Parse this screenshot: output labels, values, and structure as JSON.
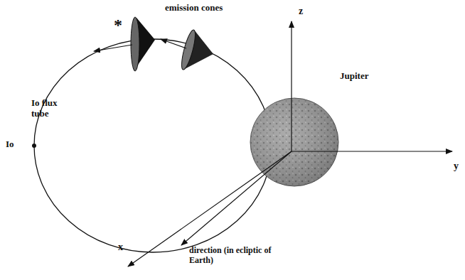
{
  "diagram": {
    "labels": [
      "emission cones",
      "*",
      "Io flux tube",
      "Io",
      "Jupiter",
      "z",
      "y",
      "x",
      "direction (in ecliptic of Earth)"
    ]
  }
}
